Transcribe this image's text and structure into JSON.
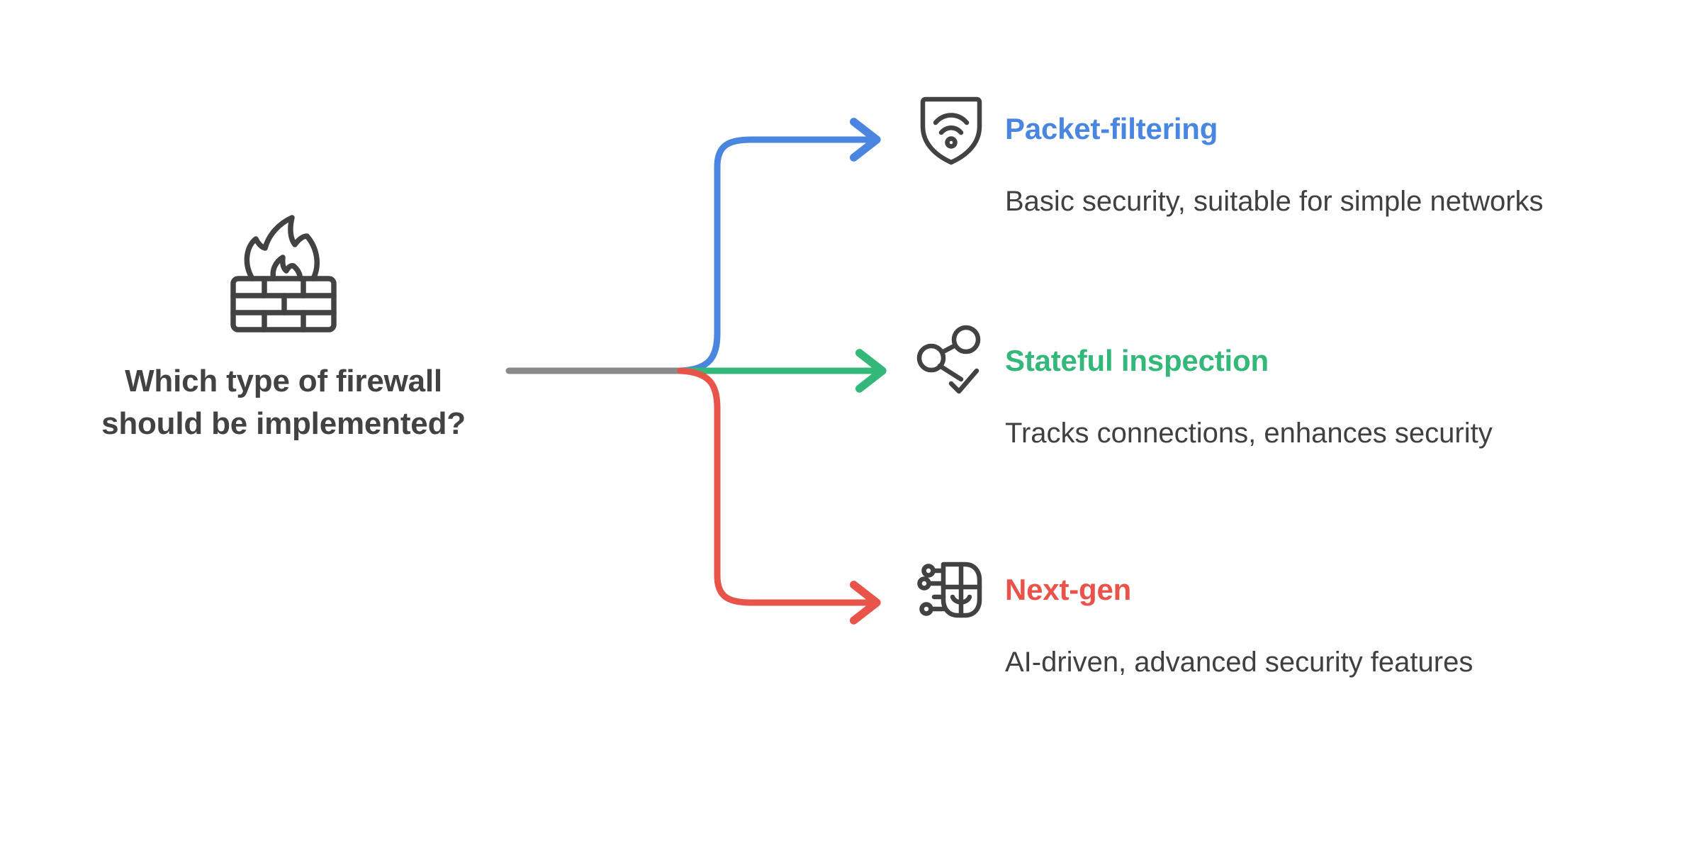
{
  "diagram": {
    "type": "mind-map",
    "background_color": "#ffffff",
    "root": {
      "icon": "firewall-brick-flame-icon",
      "title": "Which type of firewall should be implemented?",
      "title_lines": [
        "Which type of firewall",
        "should be",
        "implemented?"
      ],
      "text_color": "#424242"
    },
    "trunk": {
      "color": "#8a8a8a",
      "label": "trunk-connector"
    },
    "branches": [
      {
        "id": "packet-filtering",
        "icon": "shield-wifi-icon",
        "label": "Packet-filtering",
        "label_color": "#4a86e0",
        "description": "Basic security, suitable for simple networks",
        "description_color": "#404040",
        "connector_color": "#4a86e0",
        "connector_shape": "curve-up"
      },
      {
        "id": "stateful-inspection",
        "icon": "share-nodes-check-icon",
        "label": "Stateful inspection",
        "label_color": "#34b87a",
        "description": "Tracks connections, enhances security",
        "description_color": "#404040",
        "connector_color": "#34b87a",
        "connector_shape": "straight"
      },
      {
        "id": "next-gen",
        "icon": "ai-brain-circuit-icon",
        "label": "Next-gen",
        "label_color": "#e8534a",
        "description": "AI-driven, advanced security features",
        "description_color": "#404040",
        "connector_color": "#e8534a",
        "connector_shape": "curve-down"
      }
    ],
    "icon_stroke_color": "#424242"
  }
}
